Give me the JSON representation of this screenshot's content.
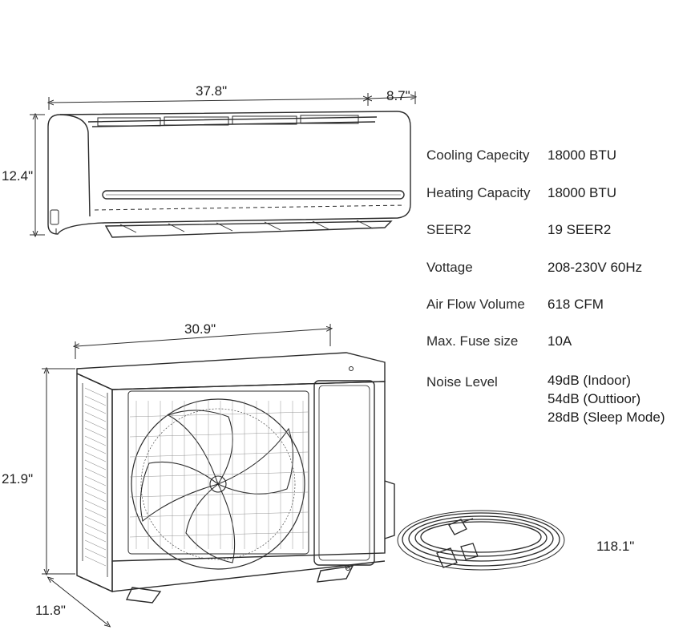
{
  "dimensions": {
    "indoor_width": "37.8\"",
    "indoor_depth": "8.7\"",
    "indoor_height": "12.4\"",
    "outdoor_width": "30.9\"",
    "outdoor_height": "21.9\"",
    "outdoor_depth": "11.8\"",
    "pipe_length": "118.1\""
  },
  "specs": [
    {
      "label": "Cooling Capecity",
      "values": [
        "18000 BTU"
      ]
    },
    {
      "label": "Heating Capacity",
      "values": [
        "18000 BTU"
      ]
    },
    {
      "label": "SEER2",
      "values": [
        "19 SEER2"
      ]
    },
    {
      "label": "Vottage",
      "values": [
        "208-230V 60Hz"
      ]
    },
    {
      "label": "Air Flow Volume",
      "values": [
        "618 CFM"
      ]
    },
    {
      "label": "Max. Fuse size",
      "values": [
        "10A"
      ]
    },
    {
      "label": "Noise Level",
      "values": [
        "49dB (Indoor)",
        "54dB (Outtioor)",
        "28dB (Sleep Mode)"
      ]
    }
  ],
  "colors": {
    "line": "#2b2b2b",
    "text": "#1e1e1e",
    "background": "#ffffff"
  }
}
